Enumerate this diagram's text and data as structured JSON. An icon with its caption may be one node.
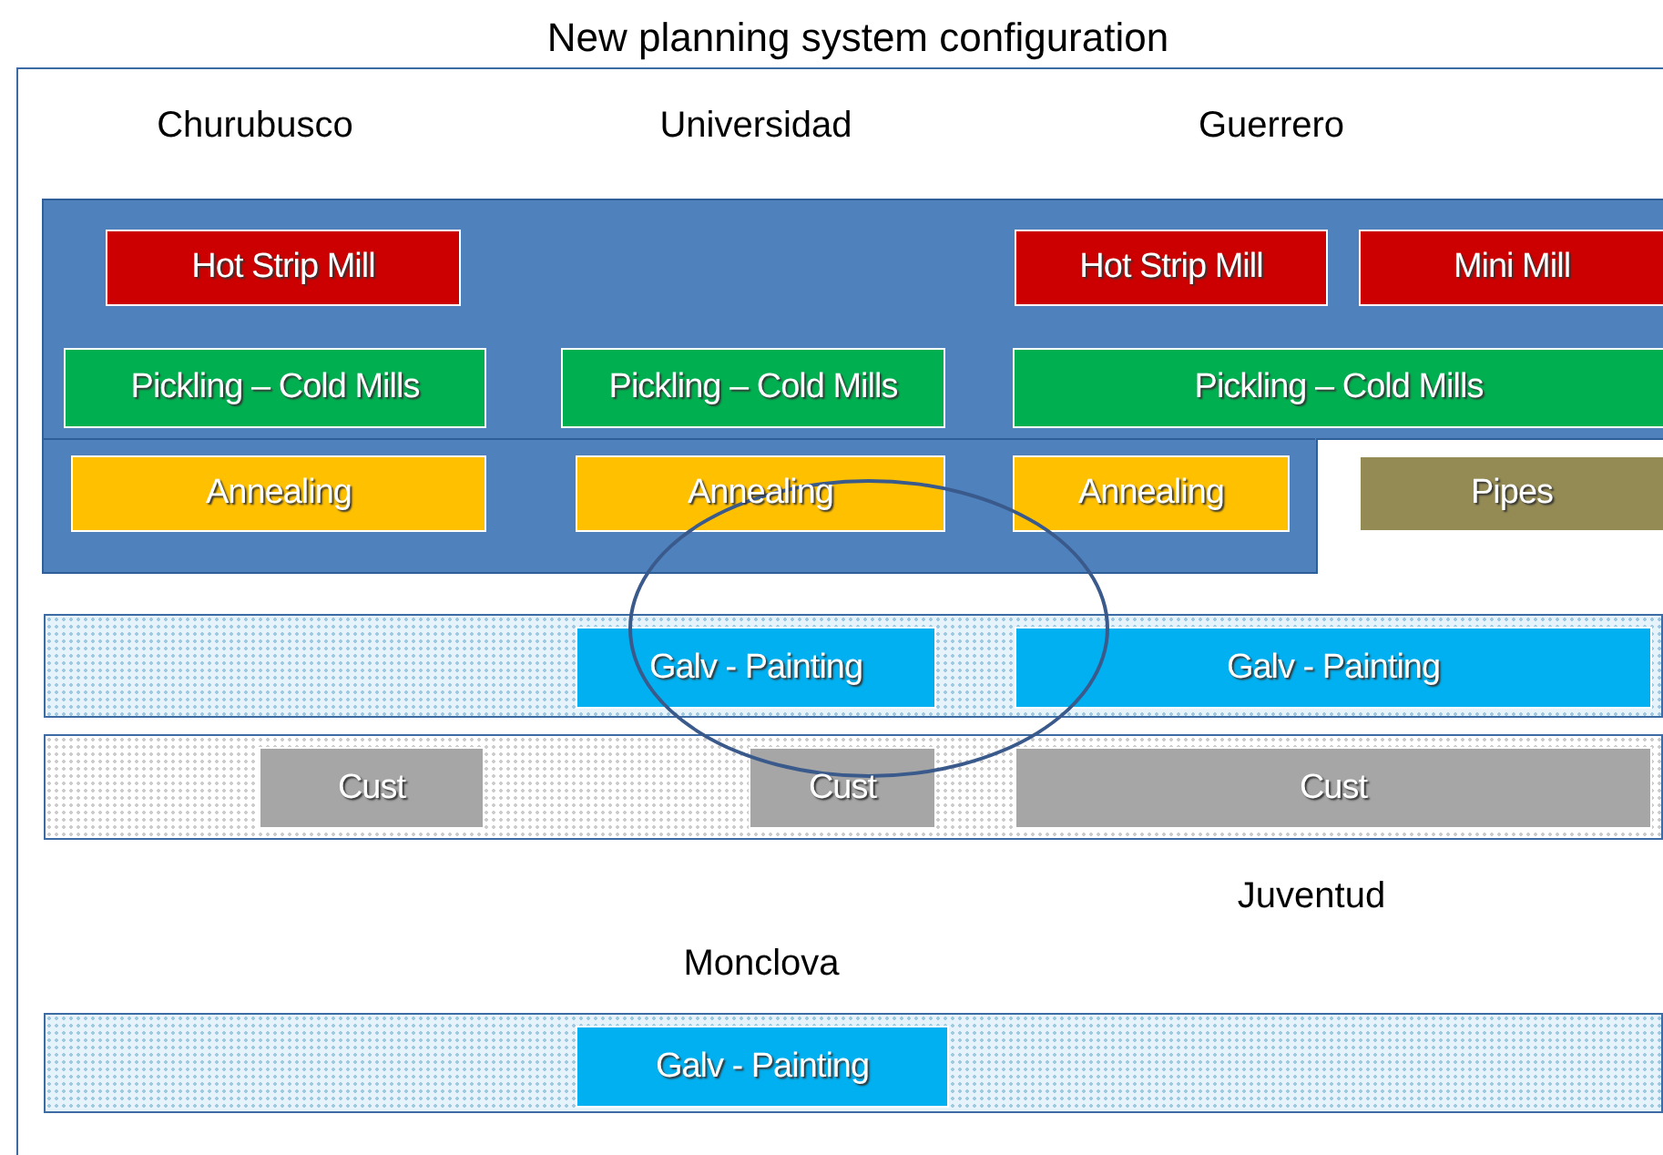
{
  "diagram": {
    "title": "New planning system configuration",
    "nodes": [
      {
        "text": [],
        "shape": "box"
      },
      {
        "text": [],
        "shape": "box",
        "in": 0
      },
      {
        "text": [
          "Hot Strip Mill"
        ],
        "in": 1
      },
      {
        "text": [
          "Hot Strip Mill"
        ],
        "in": 1
      },
      {
        "text": [
          "Mini Mill"
        ],
        "in": 1
      },
      {
        "text": [
          "Pickling – Cold Mills"
        ],
        "in": 1
      },
      {
        "text": [
          "Pickling – Cold Mills"
        ],
        "in": 1
      },
      {
        "text": [
          "Pickling – Cold Mills"
        ],
        "in": 1
      },
      {
        "text": [
          "Annealing"
        ],
        "in": 1
      },
      {
        "text": [
          "Annealing"
        ],
        "in": 1
      },
      {
        "text": [
          "Annealing"
        ],
        "in": 1
      },
      {
        "text": [
          "Pipes"
        ],
        "in": 0
      },
      {
        "text": [],
        "shape": "ellipse",
        "in": 0
      },
      {
        "text": [],
        "shape": "bar",
        "in": 0
      },
      {
        "text": [
          "Galv - Painting"
        ],
        "in": 13
      },
      {
        "text": [
          "Galv - Painting"
        ],
        "in": 13
      },
      {
        "text": [],
        "shape": "bar",
        "in": 0
      },
      {
        "text": [
          "Cust"
        ],
        "in": 16
      },
      {
        "text": [
          "Cust"
        ],
        "in": 16
      },
      {
        "text": [
          "Cust"
        ],
        "in": 16
      },
      {
        "text": [],
        "shape": "bar",
        "in": 0
      },
      {
        "text": [
          "Galv - Painting"
        ],
        "in": 20
      }
    ],
    "edges": [],
    "labels": [
      "Churubusco",
      "Universidad",
      "Guerrero",
      "Juventud",
      "Monclova"
    ]
  }
}
